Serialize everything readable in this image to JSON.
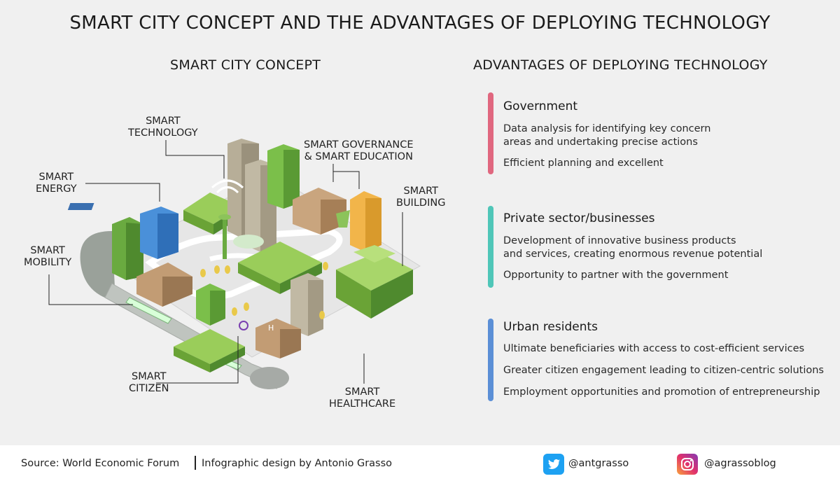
{
  "title": "SMART CITY CONCEPT AND THE ADVANTAGES OF DEPLOYING TECHNOLOGY",
  "left_section": {
    "title": "SMART CITY CONCEPT",
    "labels": {
      "technology": "SMART\nTECHNOLOGY",
      "governance": "SMART GOVERNANCE\n& SMART EDUCATION",
      "energy": "SMART\nENERGY",
      "building": "SMART\nBUILDING",
      "mobility": "SMART\nMOBILITY",
      "citizen": "SMART\nCITIZEN",
      "healthcare": "SMART\nHEALTHCARE"
    }
  },
  "right_section": {
    "title": "ADVANTAGES OF DEPLOYING TECHNOLOGY",
    "groups": [
      {
        "heading": "Government",
        "color": "#e0677f",
        "items": [
          "Data analysis for identifying key concern\nareas and undertaking precise actions",
          "Efficient planning and excellent"
        ]
      },
      {
        "heading": "Private sector/businesses",
        "color": "#4fc6b8",
        "items": [
          "Development of innovative business products\nand services, creating enormous revenue potential",
          "Opportunity to partner with the government"
        ]
      },
      {
        "heading": "Urban residents",
        "color": "#5b8fd6",
        "items": [
          "Ultimate beneficiaries with access to cost-efficient services",
          "Greater citizen engagement leading to citizen-centric solutions",
          "Employment opportunities and promotion of entrepreneurship"
        ]
      }
    ]
  },
  "footer": {
    "source": "Source: World Economic Forum",
    "design": "Infographic design by Antonio Grasso",
    "twitter_icon": "twitter-bird-icon",
    "twitter": "@antgrasso",
    "instagram_icon": "instagram-camera-icon",
    "instagram": "@agrassoblog"
  }
}
